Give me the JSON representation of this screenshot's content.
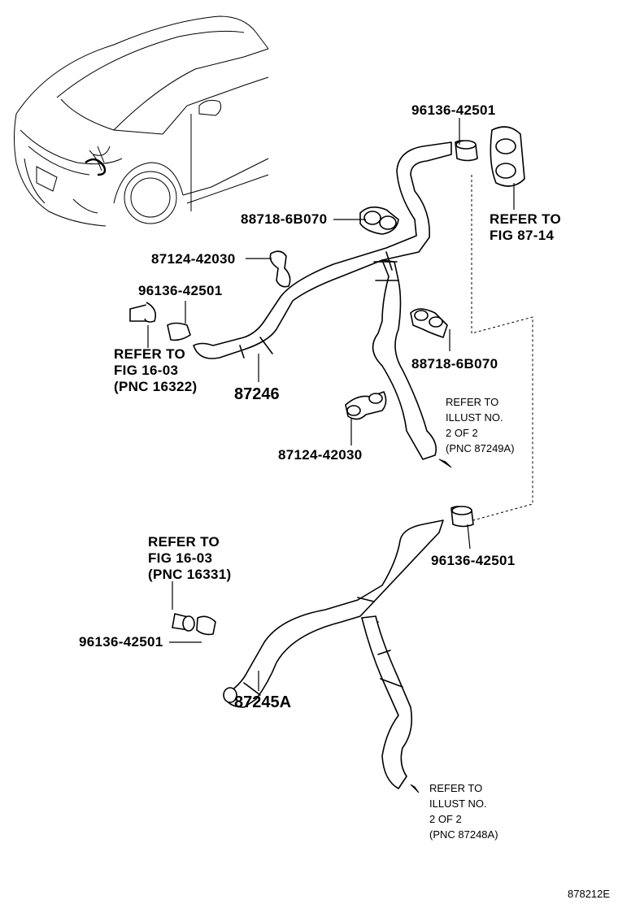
{
  "labels": {
    "part_96136_top": "96136-42501",
    "part_88718_upper": "88718-6B070",
    "part_87124_upper": "87124-42030",
    "part_96136_left": "96136-42501",
    "refer_fig_16_03_a_l1": "REFER TO",
    "refer_fig_16_03_a_l2": "FIG 16-03",
    "refer_fig_16_03_a_l3": "(PNC 16322)",
    "part_87246": "87246",
    "refer_fig_87_14_l1": "REFER TO",
    "refer_fig_87_14_l2": "FIG 87-14",
    "part_88718_lower": "88718-6B070",
    "refer_illust_a_l1": "REFER TO",
    "refer_illust_a_l2": "ILLUST NO.",
    "refer_illust_a_l3": "2 OF 2",
    "refer_illust_a_l4": "(PNC 87249A)",
    "part_87124_lower": "87124-42030",
    "part_96136_right": "96136-42501",
    "refer_fig_16_03_b_l1": "REFER TO",
    "refer_fig_16_03_b_l2": "FIG 16-03",
    "refer_fig_16_03_b_l3": "(PNC 16331)",
    "part_96136_lower_left": "96136-42501",
    "part_87245A": "87245A",
    "refer_illust_b_l1": "REFER TO",
    "refer_illust_b_l2": "ILLUST NO.",
    "refer_illust_b_l3": "2 OF 2",
    "refer_illust_b_l4": "(PNC 87248A)",
    "figure_code": "878212E"
  }
}
